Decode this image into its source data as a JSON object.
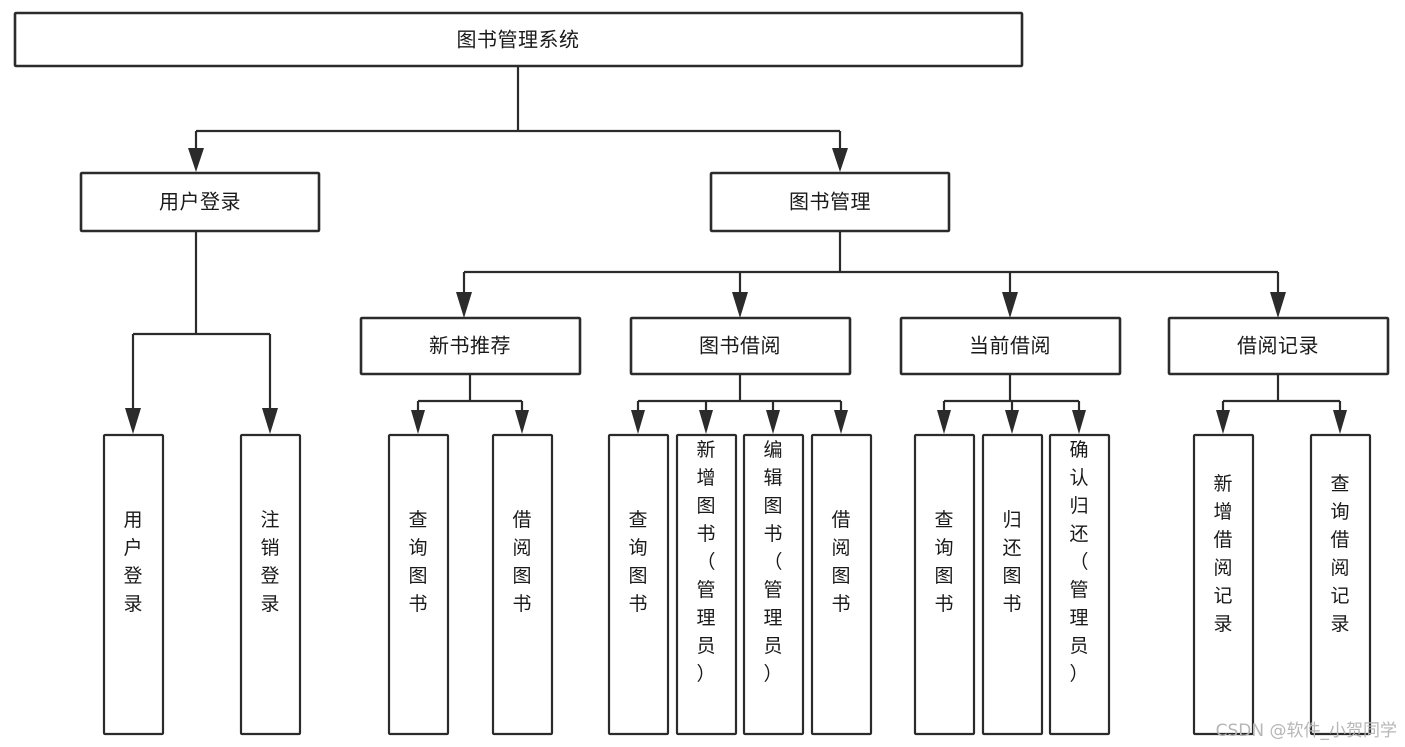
{
  "diagram": {
    "kind": "tree-hierarchy-chart",
    "title": "图书管理系统",
    "watermark": "CSDN @软件_小贺同学",
    "colors": {
      "stroke": "#2b2b2b",
      "fill": "#ffffff",
      "text": "#1a1a1a",
      "watermark": "#b6b6b6",
      "background": "#ffffff"
    },
    "nodes": {
      "root": {
        "label": "图书管理系统",
        "orientation": "horizontal"
      },
      "level1": [
        {
          "id": "user-login",
          "label": "用户登录",
          "orientation": "horizontal"
        },
        {
          "id": "book-manage",
          "label": "图书管理",
          "orientation": "horizontal"
        }
      ],
      "level2": [
        {
          "id": "new-book-recommend",
          "label": "新书推荐",
          "orientation": "horizontal"
        },
        {
          "id": "book-borrow",
          "label": "图书借阅",
          "orientation": "horizontal"
        },
        {
          "id": "current-borrow",
          "label": "当前借阅",
          "orientation": "horizontal"
        },
        {
          "id": "borrow-record",
          "label": "借阅记录",
          "orientation": "horizontal"
        }
      ],
      "leaves": {
        "user-login": [
          {
            "id": "leaf-user-login",
            "label": "用户登录",
            "orientation": "vertical"
          },
          {
            "id": "leaf-logout-login",
            "label": "注销登录",
            "orientation": "vertical"
          }
        ],
        "new-book-recommend": [
          {
            "id": "leaf-query-book-1",
            "label": "查询图书",
            "orientation": "vertical"
          },
          {
            "id": "leaf-borrow-book-1",
            "label": "借阅图书",
            "orientation": "vertical"
          }
        ],
        "book-borrow": [
          {
            "id": "leaf-query-book-2",
            "label": "查询图书",
            "orientation": "vertical"
          },
          {
            "id": "leaf-add-book",
            "label": "新增图书（管理员）",
            "orientation": "vertical"
          },
          {
            "id": "leaf-edit-book",
            "label": "编辑图书（管理员）",
            "orientation": "vertical"
          },
          {
            "id": "leaf-borrow-book-2",
            "label": "借阅图书",
            "orientation": "vertical"
          }
        ],
        "current-borrow": [
          {
            "id": "leaf-query-book-3",
            "label": "查询图书",
            "orientation": "vertical"
          },
          {
            "id": "leaf-return-book",
            "label": "归还图书",
            "orientation": "vertical"
          },
          {
            "id": "leaf-confirm-return",
            "label": "确认归还（管理员）",
            "orientation": "vertical"
          }
        ],
        "borrow-record": [
          {
            "id": "leaf-add-record",
            "label": "新增借阅记录",
            "orientation": "vertical"
          },
          {
            "id": "leaf-query-record",
            "label": "查询借阅记录",
            "orientation": "vertical"
          }
        ]
      }
    }
  }
}
